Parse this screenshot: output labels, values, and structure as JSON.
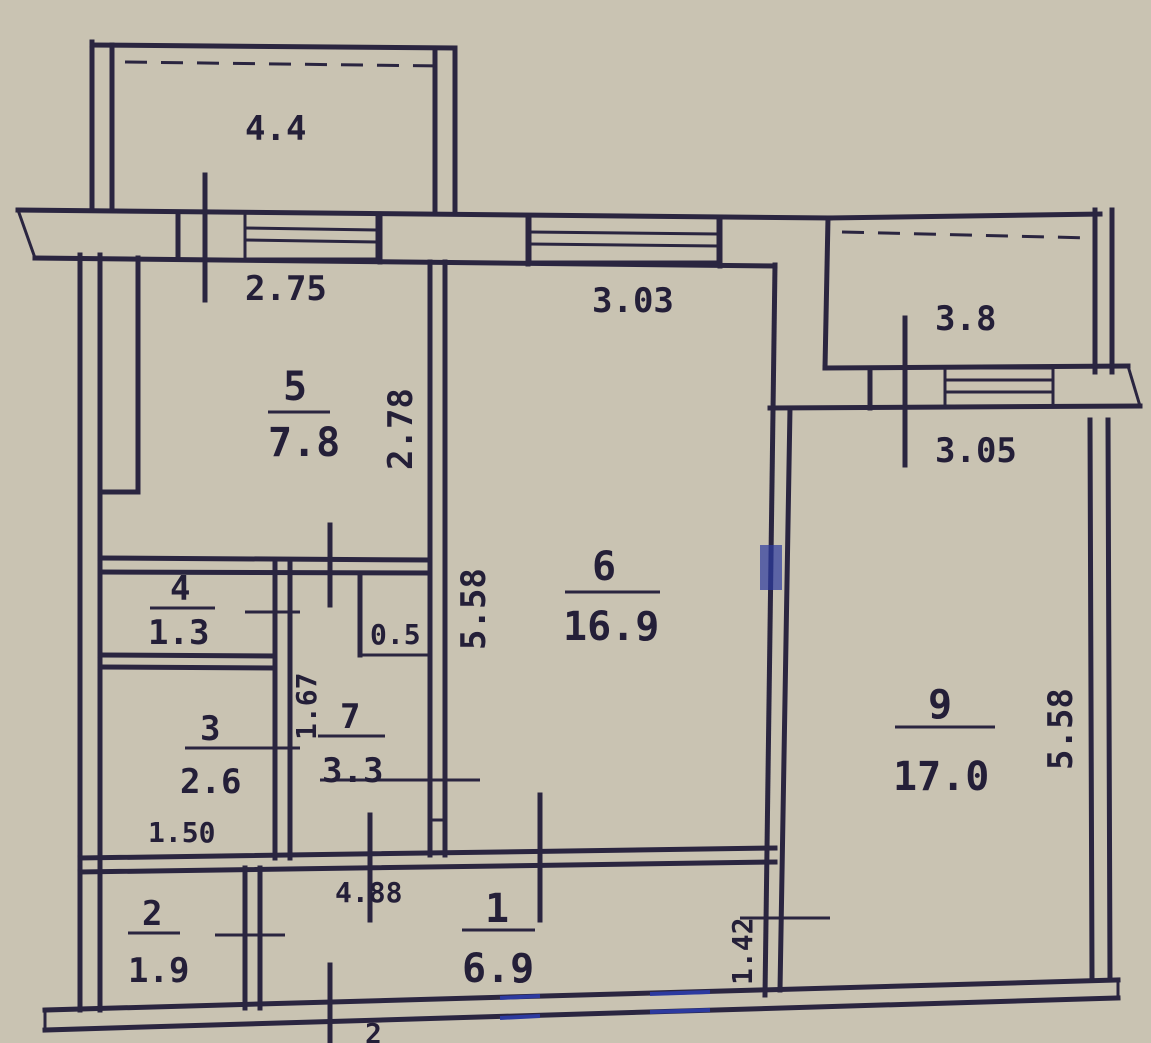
{
  "rooms": [
    {
      "number": "1",
      "area": "6.9"
    },
    {
      "number": "2",
      "area": "1.9"
    },
    {
      "number": "3",
      "area": "2.6"
    },
    {
      "number": "4",
      "area": "1.3"
    },
    {
      "number": "5",
      "area": "7.8"
    },
    {
      "number": "6",
      "area": "16.9"
    },
    {
      "number": "7",
      "area": "3.3"
    },
    {
      "number": "9",
      "area": "17.0"
    }
  ],
  "balconies": [
    {
      "area": "4.4"
    },
    {
      "area": "3.8"
    }
  ],
  "dimensions": {
    "d_275": "2.75",
    "d_303": "3.03",
    "d_305": "3.05",
    "d_278": "2.78",
    "d_558_left": "5.58",
    "d_558_right": "5.58",
    "d_150": "1.50",
    "d_488": "4.88",
    "d_142": "1.42",
    "d_05": "0.5",
    "d_167": "1.67",
    "d_2": "2"
  },
  "colors": {
    "paper": "#c9c3b2",
    "ink": "#2a2540",
    "blue_ink": "#2c3aa0"
  }
}
